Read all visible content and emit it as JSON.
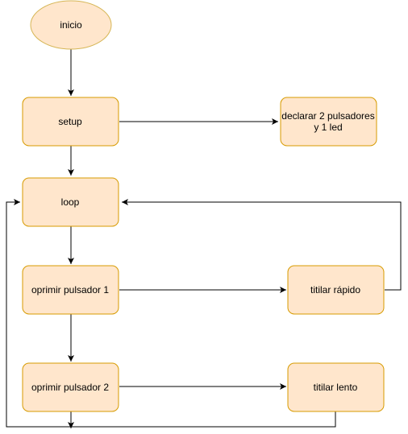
{
  "colors": {
    "node_fill": "#ffe6cc",
    "node_stroke": "#d79b00",
    "start_fill": "#ffe6cc",
    "start_stroke": "#d6b656",
    "edge": "#000000"
  },
  "nodes": {
    "inicio": {
      "label": "inicio"
    },
    "setup": {
      "label": "setup"
    },
    "declarar": {
      "label_line1": "declarar 2 pulsadores",
      "label_line2": "y 1 led"
    },
    "loop": {
      "label": "loop"
    },
    "pulsador1": {
      "label": "oprimir  pulsador 1"
    },
    "titilar_rapido": {
      "label": "titilar rápido"
    },
    "pulsador2": {
      "label": "oprimir pulsador 2"
    },
    "titilar_lento": {
      "label": "titilar lento"
    }
  }
}
